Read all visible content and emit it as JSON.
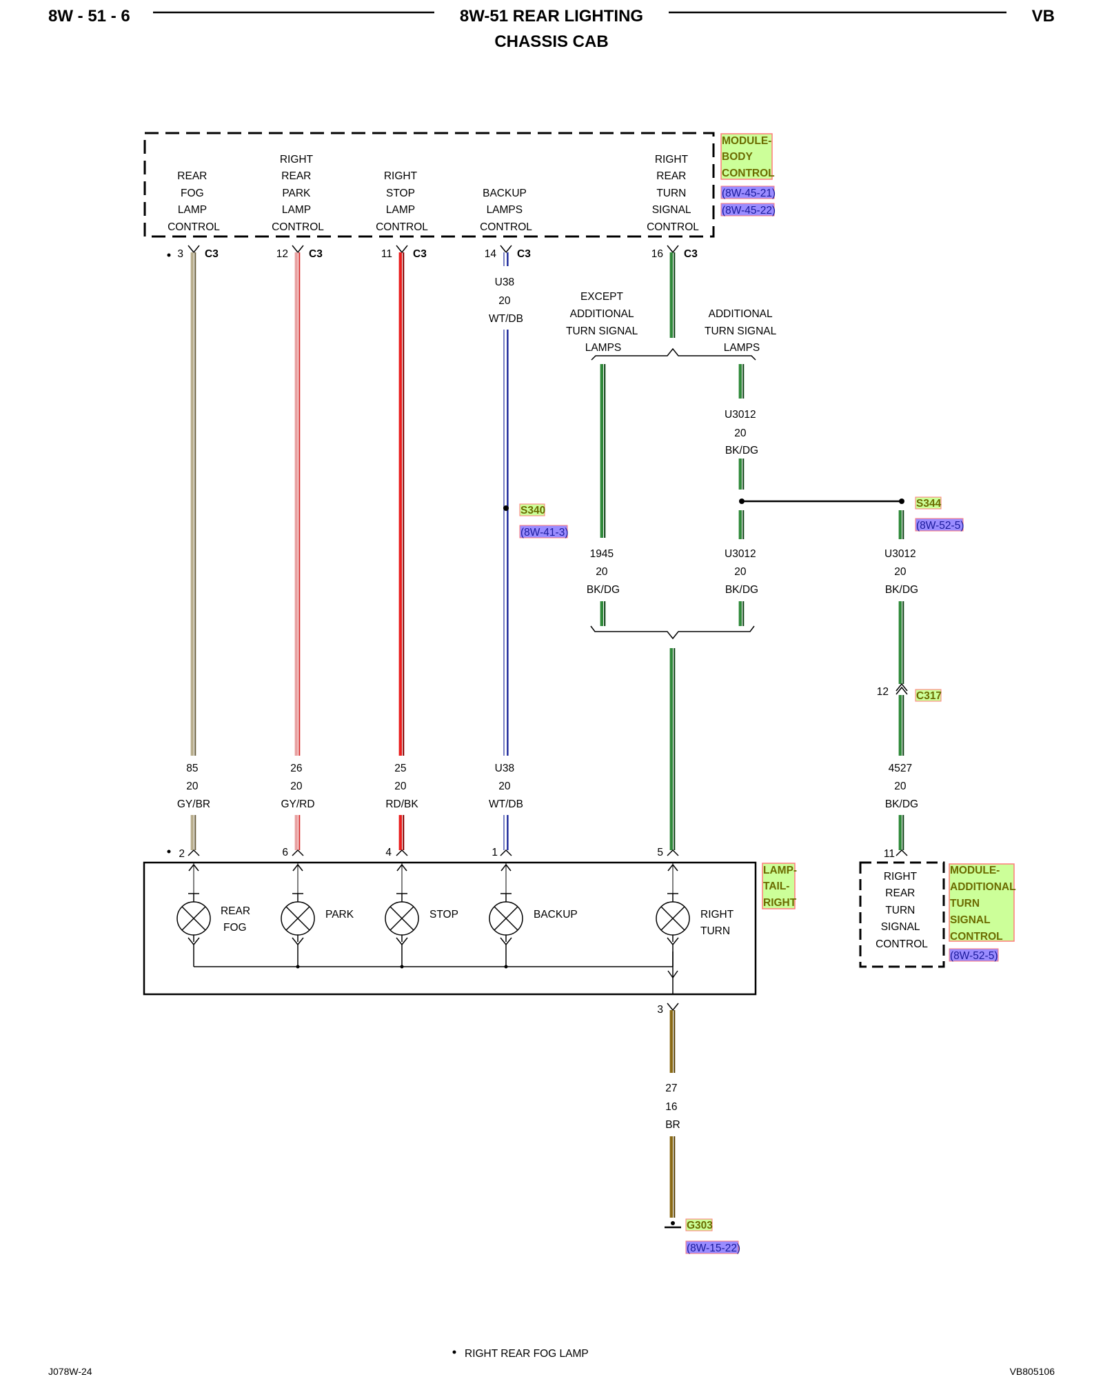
{
  "header": {
    "page_number": "8W - 51 - 6",
    "title": "8W-51 REAR LIGHTING",
    "subtitle": "CHASSIS CAB",
    "vehicle_code": "VB"
  },
  "footer": {
    "left_code": "J078W-24",
    "right_code": "VB805106",
    "note": "RIGHT REAR FOG LAMP"
  },
  "components": {
    "body_control_module": {
      "name_lines": [
        "MODULE-",
        "BODY",
        "CONTROL"
      ],
      "refs": [
        "(8W-45-21)",
        "(8W-45-22)"
      ]
    },
    "tail_lamp": {
      "name_lines": [
        "LAMP-",
        "TAIL-",
        "RIGHT"
      ]
    },
    "turn_signal_module": {
      "name_lines": [
        "MODULE-",
        "ADDITIONAL",
        "TURN",
        "SIGNAL",
        "CONTROL"
      ],
      "ref": "(8W-52-5)",
      "function_lines": [
        "RIGHT",
        "REAR",
        "TURN",
        "SIGNAL",
        "CONTROL"
      ],
      "pin": "11"
    }
  },
  "bcm_functions": [
    {
      "lines": [
        "REAR",
        "FOG",
        "LAMP",
        "CONTROL"
      ]
    },
    {
      "lines": [
        "RIGHT",
        "REAR",
        "PARK",
        "LAMP",
        "CONTROL"
      ]
    },
    {
      "lines": [
        "RIGHT",
        "STOP",
        "LAMP",
        "CONTROL"
      ]
    },
    {
      "lines": [
        "BACKUP",
        "LAMPS",
        "CONTROL"
      ]
    },
    {
      "lines": [
        "RIGHT",
        "REAR",
        "TURN",
        "SIGNAL",
        "CONTROL"
      ]
    }
  ],
  "circuits": [
    {
      "bcm_pin": "3",
      "bcm_connector": "C3",
      "top_wire": [],
      "circuit": "85",
      "gauge": "20",
      "color": "GY/BR",
      "lamp_pin": "2",
      "lamp_label": [
        "REAR",
        "FOG"
      ],
      "dot": true
    },
    {
      "bcm_pin": "12",
      "bcm_connector": "C3",
      "top_wire": [],
      "circuit": "26",
      "gauge": "20",
      "color": "GY/RD",
      "lamp_pin": "6",
      "lamp_label": [
        "PARK"
      ]
    },
    {
      "bcm_pin": "11",
      "bcm_connector": "C3",
      "top_wire": [],
      "circuit": "25",
      "gauge": "20",
      "color": "RD/BK",
      "lamp_pin": "4",
      "lamp_label": [
        "STOP"
      ]
    },
    {
      "bcm_pin": "14",
      "bcm_connector": "C3",
      "top_wire": [
        "U38",
        "20",
        "WT/DB"
      ],
      "circuit": "U38",
      "gauge": "20",
      "color": "WT/DB",
      "lamp_pin": "1",
      "lamp_label": [
        "BACKUP"
      ]
    },
    {
      "bcm_pin": "16",
      "bcm_connector": "C3",
      "top_wire": [],
      "circuit": "",
      "gauge": "",
      "color": "",
      "lamp_pin": "5",
      "lamp_label": [
        "RIGHT",
        "TURN"
      ]
    }
  ],
  "turn_options": {
    "left_label": [
      "EXCEPT",
      "ADDITIONAL",
      "TURN SIGNAL",
      "LAMPS"
    ],
    "right_label": [
      "ADDITIONAL",
      "TURN SIGNAL",
      "LAMPS"
    ],
    "wire_upper_right": [
      "U3012",
      "20",
      "BK/DG"
    ],
    "wire_lower_left": [
      "1945",
      "20",
      "BK/DG"
    ],
    "wire_lower_mid": [
      "U3012",
      "20",
      "BK/DG"
    ],
    "wire_lower_right": [
      "U3012",
      "20",
      "BK/DG"
    ],
    "wire_module": [
      "4527",
      "20",
      "BK/DG"
    ],
    "c317_pin": "12"
  },
  "splices": {
    "s340": {
      "name": "S340",
      "ref": "(8W-41-3)"
    },
    "s344": {
      "name": "S344",
      "ref": "(8W-52-5)"
    },
    "c317": {
      "name": "C317"
    },
    "g303": {
      "name": "G303",
      "ref": "(8W-15-22)"
    }
  },
  "ground": {
    "lamp_pin": "3",
    "wire": [
      "27",
      "16",
      "BR"
    ]
  },
  "colors": {
    "GY/BR": [
      "#b8ad8c",
      "#6f6444"
    ],
    "GY/RD": [
      "#e8a0a0",
      "#d83a3a"
    ],
    "RD/BK": [
      "#ea1d1d",
      "#8a0000"
    ],
    "WT/DB": [
      "#ffffff",
      "#1e2a9c"
    ],
    "BK/DG": [
      "#2f8a3a",
      "#13461a"
    ],
    "BR": [
      "#8a6a14",
      "#5a430a"
    ],
    "module_fill": "#ccff99",
    "module_border": "#ff7a7a",
    "ref_fill": "#9a8cff"
  }
}
